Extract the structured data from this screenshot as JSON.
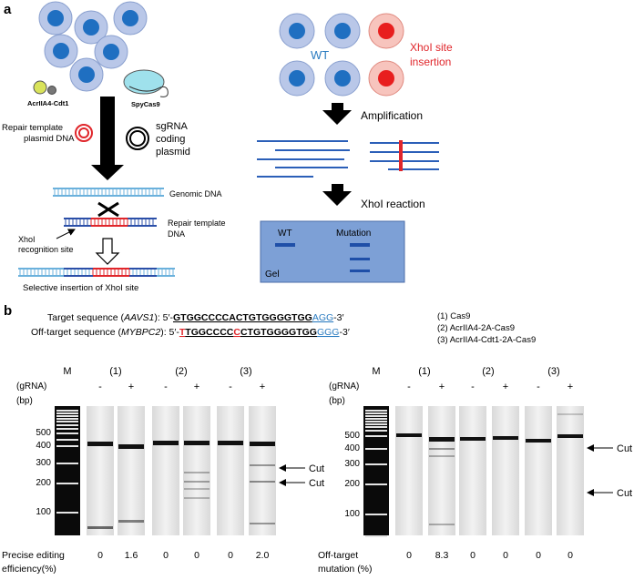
{
  "panel_a": {
    "label": "a",
    "acr_label": "AcrIIA4-Cdt1",
    "cas9_label": "SpyCas9",
    "repair_template_label_1": "Repair template",
    "repair_template_label_2": "plasmid DNA",
    "sgrna_label_1": "sgRNA",
    "sgrna_label_2": "coding",
    "sgrna_label_3": "plasmid",
    "genomic_dna_label": "Genomic DNA",
    "repair_dna_label_1": "Repair template",
    "repair_dna_label_2": "DNA",
    "xhoi_site_label_1": "XhoI",
    "xhoi_site_label_2": "recognition site",
    "selective_insertion_label": "Selective insertion of XhoI site",
    "wt_label": "WT",
    "xhoi_insertion_label_1": "XhoI site",
    "xhoi_insertion_label_2": "insertion",
    "amplification_label": "Amplification",
    "xhoi_reaction_label": "XhoI reaction",
    "gel_wt_label": "WT",
    "gel_mutation_label": "Mutation",
    "gel_label": "Gel"
  },
  "panel_b": {
    "label": "b",
    "target_prefix": "Target sequence (",
    "target_gene": "AAVS1",
    "target_suffix": "): 5′-",
    "target_seq": "GTGGCCCCACTGTGGGGTGG",
    "target_pam": "AGG",
    "target_end": "-3′",
    "offtarget_prefix": "Off-target sequence (",
    "offtarget_gene": "MYBPC2",
    "offtarget_suffix": "): 5′-",
    "offtarget_seq_part1": "T",
    "offtarget_seq_part2": "TGGCCCC",
    "offtarget_seq_part3": "C",
    "offtarget_seq_part4": "CTGTGGGGTGG",
    "offtarget_pam": "GGG",
    "offtarget_end": "-3′",
    "legend_1": "(1) Cas9",
    "legend_2": "(2) AcrIIA4-2A-Cas9",
    "legend_3": "(3) AcrIIA4-Cdt1-2A-Cas9",
    "marker_label": "M",
    "grna_label": "(gRNA)",
    "bp_label": "(bp)",
    "group_labels": [
      "(1)",
      "(2)",
      "(3)"
    ],
    "lane_signs": [
      "-",
      "+",
      "-",
      "+",
      "-",
      "+"
    ],
    "left_bp_ticks": [
      "500",
      "400",
      "300",
      "200",
      "100"
    ],
    "right_bp_ticks": [
      "500",
      "400",
      "300",
      "200",
      "100"
    ],
    "cut_label": "Cut",
    "precise_label_1": "Precise editing",
    "precise_label_2": "efficiency(%)",
    "precise_values": [
      "0",
      "1.6",
      "0",
      "0",
      "0",
      "2.0"
    ],
    "offtarget_label_1": "Off-target",
    "offtarget_label_2": "mutation (%)",
    "offtarget_values": [
      "0",
      "8.3",
      "0",
      "0",
      "0",
      "0"
    ]
  },
  "colors": {
    "cell_fill": "#b9c7e8",
    "cell_nucleus": "#1f6fc1",
    "mut_cell_fill": "#f7c4bd",
    "mut_nucleus": "#e81e1e",
    "dna_blue": "#2b4fa8",
    "dna_light": "#6bb1dc",
    "dna_red": "#e0262b",
    "gel_bg": "#7da0d6",
    "wt_text": "#2a7bc0",
    "mut_text": "#e0262b",
    "arrow": "#000000"
  }
}
